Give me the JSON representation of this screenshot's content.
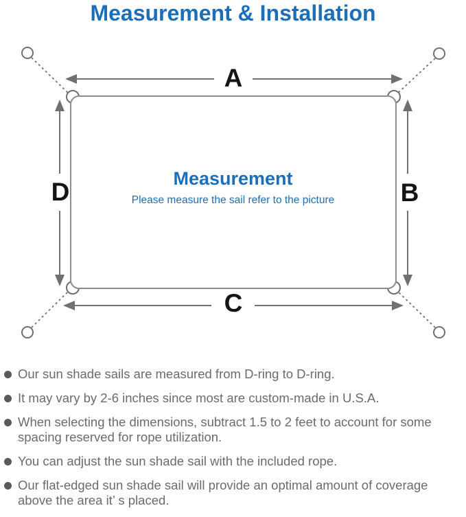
{
  "title": "Measurement & Installation",
  "diagram": {
    "labels": {
      "top": "A",
      "right": "B",
      "bottom": "C",
      "left": "D"
    },
    "center_title": "Measurement",
    "center_subtitle": "Please measure the sail refer to the picture"
  },
  "bullets": [
    "Our sun shade sails are measured from D-ring to D-ring.",
    "It may vary by 2-6 inches since most are custom-made in U.S.A.",
    "When selecting the dimensions, subtract 1.5 to 2 feet to account for some spacing reserved for rope utilization.",
    "You can adjust the sun shade sail with the included rope.",
    "Our flat-edged sun shade sail will provide an optimal amount of coverage above the area it’ s placed."
  ],
  "colors": {
    "accent_blue": "#1b6fba",
    "label_black": "#151515",
    "text_gray": "#6b6b6b",
    "bullet_gray": "#5a5a5a",
    "line_gray": "#8e8e8e",
    "arrow_gray": "#707070"
  }
}
